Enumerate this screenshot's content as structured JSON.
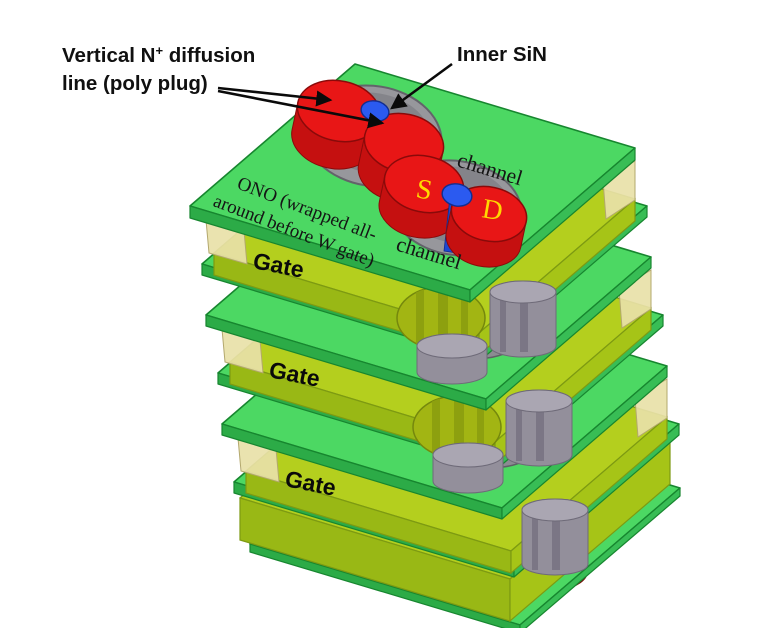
{
  "figure": {
    "background": "#ffffff",
    "annotations": {
      "diffusion_label": {
        "line1_pre": "Vertical N",
        "line1_sup": "+",
        "line1_post": " diffusion",
        "line2": "line (poly plug)"
      },
      "inner_sin_label": "Inner SiN",
      "ono_label": {
        "line1": "ONO (wrapped all-",
        "line2": "around before W gate)"
      },
      "channel_top": "channel",
      "channel_bottom": "channel",
      "source_label": "S",
      "drain_label": "D",
      "gate_labels": [
        "Gate",
        "Gate",
        "Gate"
      ]
    },
    "colors": {
      "background": "#ffffff",
      "plate_green": "#4cd863",
      "plate_side_green": "#2cab47",
      "gate_yellow_green": "#b4cf1e",
      "gate_side": "#9cbb15",
      "spacer_yellow": "#e8e1a8",
      "plug_red": "#e81616",
      "plug_red_dark": "#c51010",
      "sin_blue": "#2b5af0",
      "sin_blue_dark": "#1d47d0",
      "ono_gray": "#97979c",
      "bore_olive": "#a2b513",
      "drum_gray": "#938f9b",
      "sd_letter_yellow": "#ffd800",
      "text_black": "#101010"
    }
  }
}
